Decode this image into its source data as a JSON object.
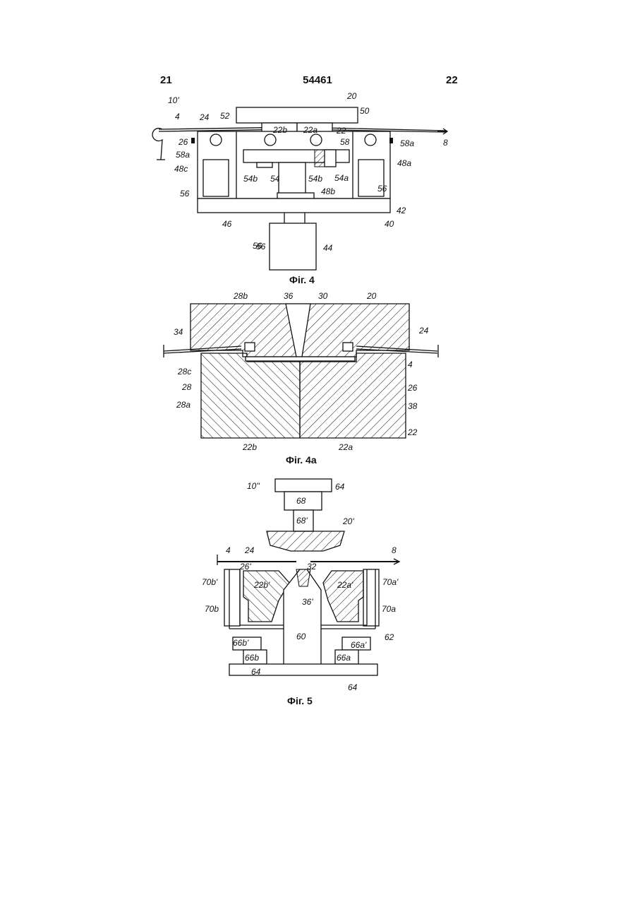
{
  "header": {
    "left": "21",
    "center": "54461",
    "right": "22"
  },
  "captions": {
    "fig4": "Фіг. 4",
    "fig4a": "Фіг. 4а",
    "fig5": "Фіг. 5"
  },
  "fig4_labels": [
    "10'",
    "20",
    "50",
    "4",
    "24",
    "52",
    "22b",
    "22a",
    "22",
    "8",
    "26",
    "58a",
    "58",
    "58a",
    "48c",
    "48a",
    "54b",
    "54",
    "54b",
    "54a",
    "56",
    "56",
    "48b",
    "56",
    "42",
    "46",
    "40",
    "56",
    "44"
  ],
  "fig4a_labels": [
    "28b",
    "36",
    "30",
    "20",
    "34",
    "24",
    "28c",
    "4",
    "28",
    "26",
    "28a",
    "38",
    "22",
    "22b",
    "22a"
  ],
  "fig5_labels": [
    "10''",
    "64",
    "68",
    "68'",
    "20'",
    "4",
    "24",
    "8",
    "26'",
    "32",
    "70b'",
    "22b'",
    "22a'",
    "70a'",
    "36'",
    "70b",
    "70a",
    "60",
    "62",
    "66b'",
    "66a'",
    "66b",
    "66a",
    "64",
    "64"
  ]
}
